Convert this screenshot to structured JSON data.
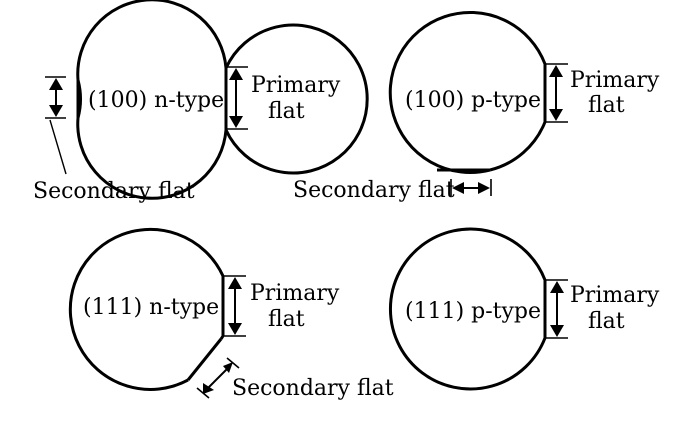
{
  "wafers": [
    {
      "orientation": "(100)",
      "doping": "n-type",
      "label": "(100) n-type",
      "primary_label_1": "Primary",
      "primary_label_2": "flat",
      "secondary_label": "Secondary flat"
    },
    {
      "orientation": "(100)",
      "doping": "p-type",
      "label": "(100) p-type",
      "primary_label_1": "Primary",
      "primary_label_2": "flat",
      "secondary_label": "Secondary flat"
    },
    {
      "orientation": "(111)",
      "doping": "n-type",
      "label": "(111) n-type",
      "primary_label_1": "Primary",
      "primary_label_2": "flat",
      "secondary_label": "Secondary flat"
    },
    {
      "orientation": "(111)",
      "doping": "p-type",
      "label": "(111) p-type",
      "primary_label_1": "Primary",
      "primary_label_2": "flat"
    }
  ],
  "colors": {
    "line": "#000000",
    "background": "#ffffff"
  }
}
